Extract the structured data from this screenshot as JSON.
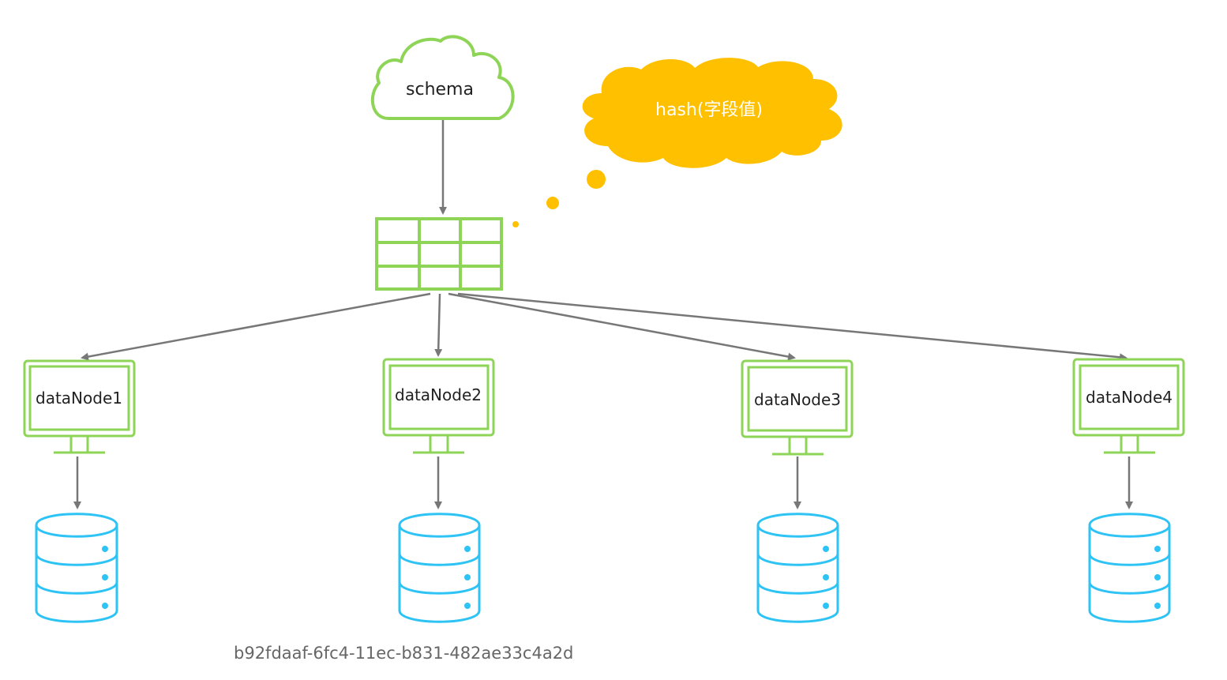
{
  "colors": {
    "green": "#8ed457",
    "yellow": "#ffc000",
    "blue": "#2ec3f5",
    "arrow": "#777777",
    "caption": "#666666"
  },
  "schema": {
    "label": "schema",
    "icon": "cloud-icon"
  },
  "hash": {
    "label": "hash(字段值)",
    "icon": "thought-cloud-icon"
  },
  "table": {
    "icon": "table-grid-icon",
    "rows": 3,
    "cols": 3
  },
  "nodes": [
    {
      "label": "dataNode1",
      "icon": "monitor-icon",
      "storage_icon": "database-icon"
    },
    {
      "label": "dataNode2",
      "icon": "monitor-icon",
      "storage_icon": "database-icon"
    },
    {
      "label": "dataNode3",
      "icon": "monitor-icon",
      "storage_icon": "database-icon"
    },
    {
      "label": "dataNode4",
      "icon": "monitor-icon",
      "storage_icon": "database-icon"
    }
  ],
  "caption": "b92fdaaf-6fc4-11ec-b831-482ae33c4a2d"
}
